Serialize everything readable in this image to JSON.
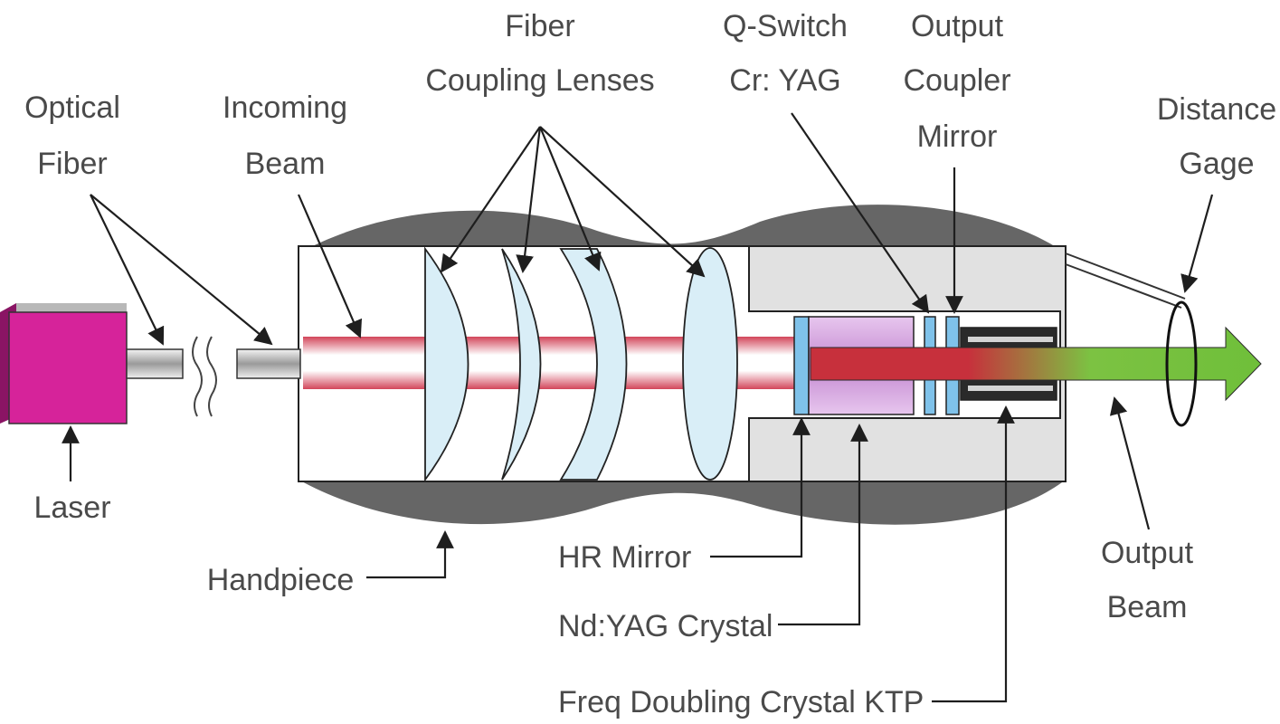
{
  "labels": {
    "fiber_coupling_lenses": [
      "Fiber",
      "Coupling Lenses"
    ],
    "q_switch": [
      "Q-Switch",
      "Cr: YAG"
    ],
    "output_coupler_mirror": [
      "Output",
      "Coupler",
      "Mirror"
    ],
    "distance_gage": [
      "Distance",
      "Gage"
    ],
    "optical_fiber": [
      "Optical",
      "Fiber"
    ],
    "incoming_beam": [
      "Incoming",
      "Beam"
    ],
    "laser": "Laser",
    "handpiece": "Handpiece",
    "hr_mirror": "HR Mirror",
    "nd_yag_crystal": "Nd:YAG Crystal",
    "freq_doubling_crystal": "Freq Doubling Crystal KTP",
    "output_beam": [
      "Output",
      "Beam"
    ]
  },
  "colors": {
    "laser_box": "#d6239a",
    "housing_shade": "#666666",
    "beam_red": "#d2455a",
    "beam_green": "#7cc242",
    "lens_fill": "#d9eef7",
    "mirror_blue": "#7fc2ea",
    "crystal_purple": "#c489d1"
  }
}
